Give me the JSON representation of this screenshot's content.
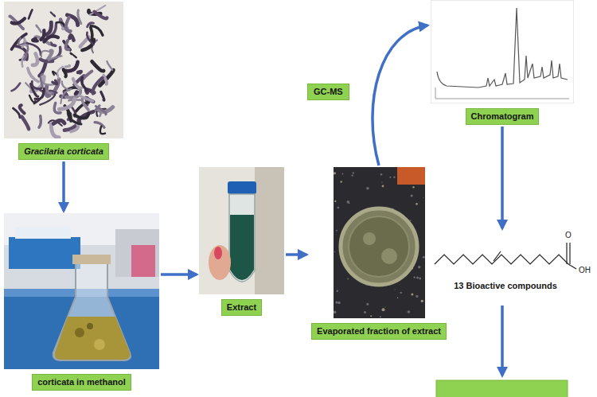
{
  "diagram": {
    "nodes": [
      {
        "text": [
          "Gracilaria corticata"
        ]
      },
      {
        "text": [
          "corticata in methanol"
        ]
      },
      {
        "text": [
          "Extract"
        ]
      },
      {
        "text": [
          "Evaporated fraction of extract"
        ]
      },
      {
        "text": [
          "Chromatogram"
        ]
      },
      {
        "text": [
          "13 Bioactive compounds"
        ]
      }
    ],
    "edges": [
      {
        "from": 0,
        "to": 1,
        "arrow": "to"
      },
      {
        "from": 1,
        "to": 2,
        "arrow": "to"
      },
      {
        "from": 2,
        "to": 3,
        "arrow": "to"
      },
      {
        "from": 3,
        "to": 4,
        "label": "GC-MS",
        "arrow": "to"
      },
      {
        "from": 4,
        "to": 5,
        "arrow": "to"
      }
    ],
    "labels": [
      "O",
      "OH"
    ]
  }
}
